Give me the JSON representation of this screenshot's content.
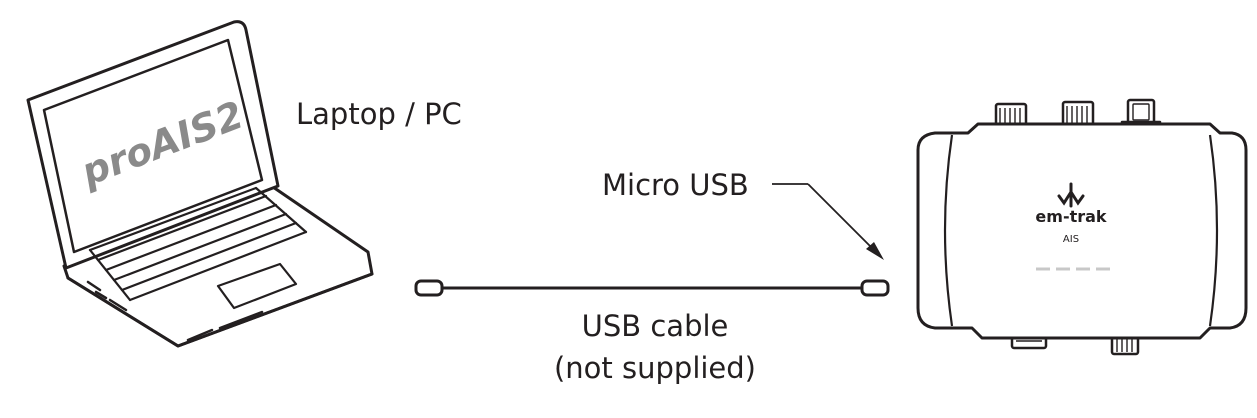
{
  "laptop": {
    "screen_text": "proAIS2",
    "label": "Laptop / PC"
  },
  "connector": {
    "label": "Micro USB"
  },
  "cable": {
    "label_line1": "USB cable",
    "label_line2": "(not supplied)"
  },
  "device": {
    "brand": "em-trak",
    "model": "AIS"
  },
  "colors": {
    "line": "#231f20",
    "screen_text": "#8a8a8a",
    "led": "#c8c8c8"
  }
}
